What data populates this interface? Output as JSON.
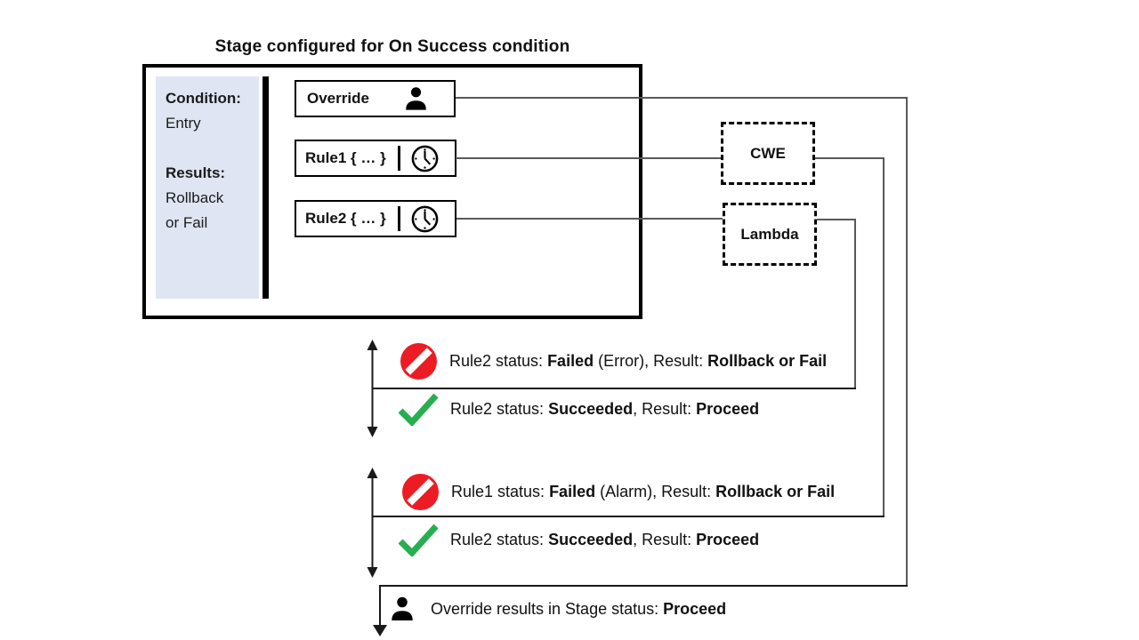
{
  "title": "Stage configured for On Success condition",
  "colors": {
    "panel_bg": "#dfe5f3",
    "error_red": "#ec1c24",
    "success_green": "#27ae50",
    "line_gray": "#595959"
  },
  "stage": {
    "panel": {
      "condition_label": "Condition:",
      "condition_value": "Entry",
      "results_label": "Results:",
      "results_line1": "Rollback",
      "results_line2": "or Fail"
    },
    "override_label": "Override",
    "rule1_label": "Rule1 { … }",
    "rule2_label": "Rule2 { … }",
    "icons": {
      "override": "person-icon",
      "rule1": "clock-icon",
      "rule2": "clock-icon"
    }
  },
  "services": {
    "cwe_label": "CWE",
    "lambda_label": "Lambda"
  },
  "outcomes": {
    "rows": [
      {
        "icon": "no-entry-icon",
        "prefix": "Rule2 status: ",
        "status": "Failed",
        "middle": " (Error), Result: ",
        "result": "Rollback or Fail"
      },
      {
        "icon": "check-icon",
        "prefix": "Rule2 status: ",
        "status": "Succeeded",
        "middle": ", Result: ",
        "result": "Proceed"
      },
      {
        "icon": "no-entry-icon",
        "prefix": "Rule1 status: ",
        "status": "Failed",
        "middle": " (Alarm), Result: ",
        "result": "Rollback or Fail"
      },
      {
        "icon": "check-icon",
        "prefix": "Rule2 status: ",
        "status": "Succeeded",
        "middle": ", Result: ",
        "result": "Proceed"
      },
      {
        "icon": "person-icon",
        "prefix": "Override results in Stage status: ",
        "result": "Proceed"
      }
    ]
  }
}
